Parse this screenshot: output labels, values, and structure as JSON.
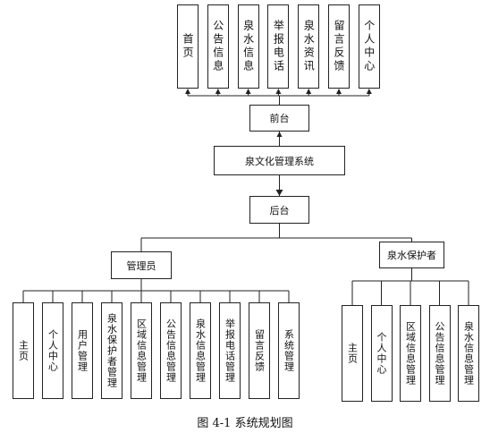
{
  "root": "泉文化管理系统",
  "frontend": {
    "label": "前台",
    "modules": [
      "首页",
      "公告信息",
      "泉水信息",
      "举报电话",
      "泉水资讯",
      "留言反馈",
      "个人中心"
    ]
  },
  "backend": {
    "label": "后台",
    "admin": {
      "label": "管理员",
      "modules": [
        "主页",
        "个人中心",
        "用户管理",
        "泉水保护者管理",
        "区域信息管理",
        "公告信息管理",
        "泉水信息管理",
        "举报电话管理",
        "留言反馈",
        "系统管理"
      ]
    },
    "protector": {
      "label": "泉水保护者",
      "modules": [
        "主页",
        "个人中心",
        "区域信息管理",
        "公告信息管理",
        "泉水信息管理"
      ]
    }
  },
  "caption": "图 4-1 系统规划图"
}
